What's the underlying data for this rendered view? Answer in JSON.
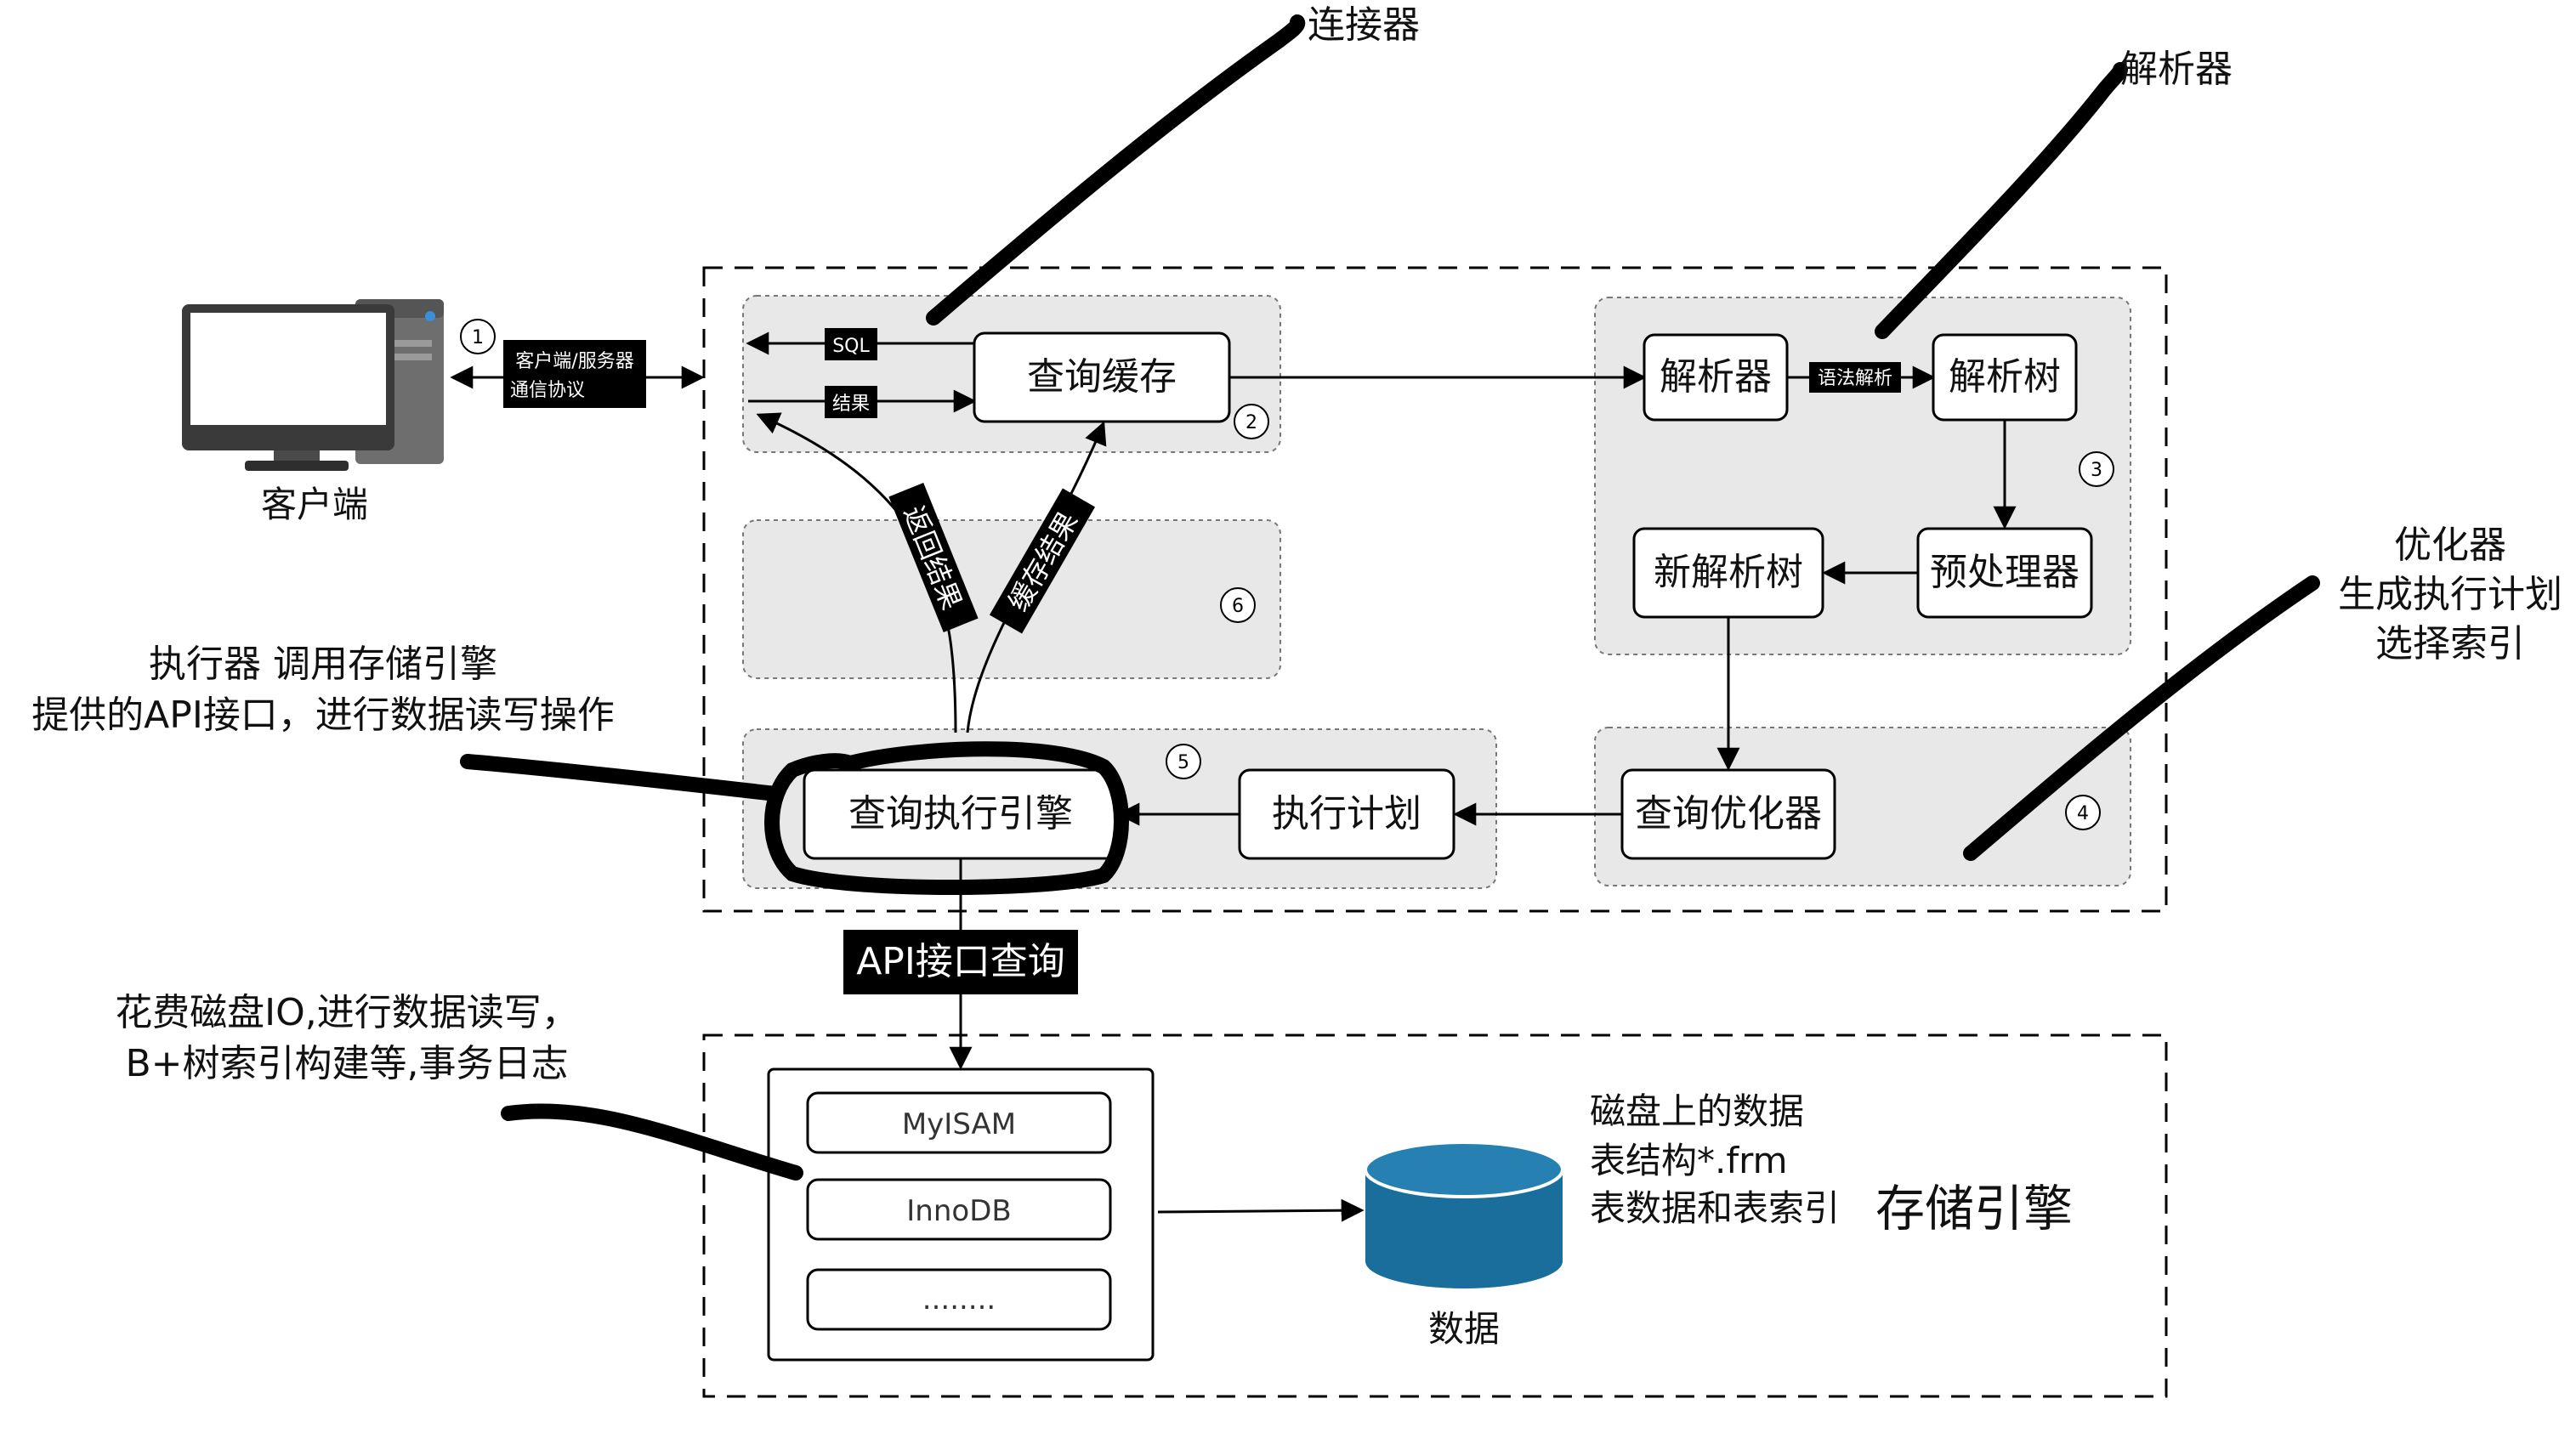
{
  "client": {
    "label": "客户端",
    "step": "1",
    "protocol_line1": "客户端/服务器",
    "protocol_line2": "通信协议"
  },
  "cache_group": {
    "step": "2",
    "sql_label": "SQL",
    "result_label": "结果",
    "query_cache": "查询缓存"
  },
  "parser_group": {
    "step": "3",
    "parser": "解析器",
    "syntax_label": "语法解析",
    "parse_tree": "解析树",
    "preprocessor": "预处理器",
    "new_parse_tree": "新解析树"
  },
  "optimizer_group": {
    "step": "4",
    "optimizer": "查询优化器"
  },
  "executor_group": {
    "step": "5",
    "plan": "执行计划",
    "engine": "查询执行引擎"
  },
  "empty_group": {
    "step": "6"
  },
  "flow_labels": {
    "return_result": "返回结果",
    "cache_result": "缓存结果",
    "api_query": "API接口查询"
  },
  "storage": {
    "engines": [
      "MyISAM",
      "InnoDB",
      "........"
    ],
    "data_label": "数据",
    "disk_data_line1": "磁盘上的数据",
    "disk_data_line2": "表结构*.frm",
    "disk_data_line3": "表数据和表索引",
    "storage_engine_label": "存储引擎"
  },
  "annotations": {
    "connector": "连接器",
    "parser": "解析器",
    "optimizer_line1": "优化器",
    "optimizer_line2": "生成执行计划",
    "optimizer_line3": "选择索引",
    "executor_line1": "执行器 调用存储引擎",
    "executor_line2": "提供的API接口，进行数据读写操作",
    "storage_line1": "花费磁盘IO,进行数据读写，",
    "storage_line2": "B+树索引构建等,事务日志"
  },
  "colors": {
    "group_fill": "#e8e8e8",
    "box_fill": "#ffffff",
    "label_fill": "#000000",
    "cylinder_fill": "#1a6e9c",
    "stroke": "#000000"
  }
}
